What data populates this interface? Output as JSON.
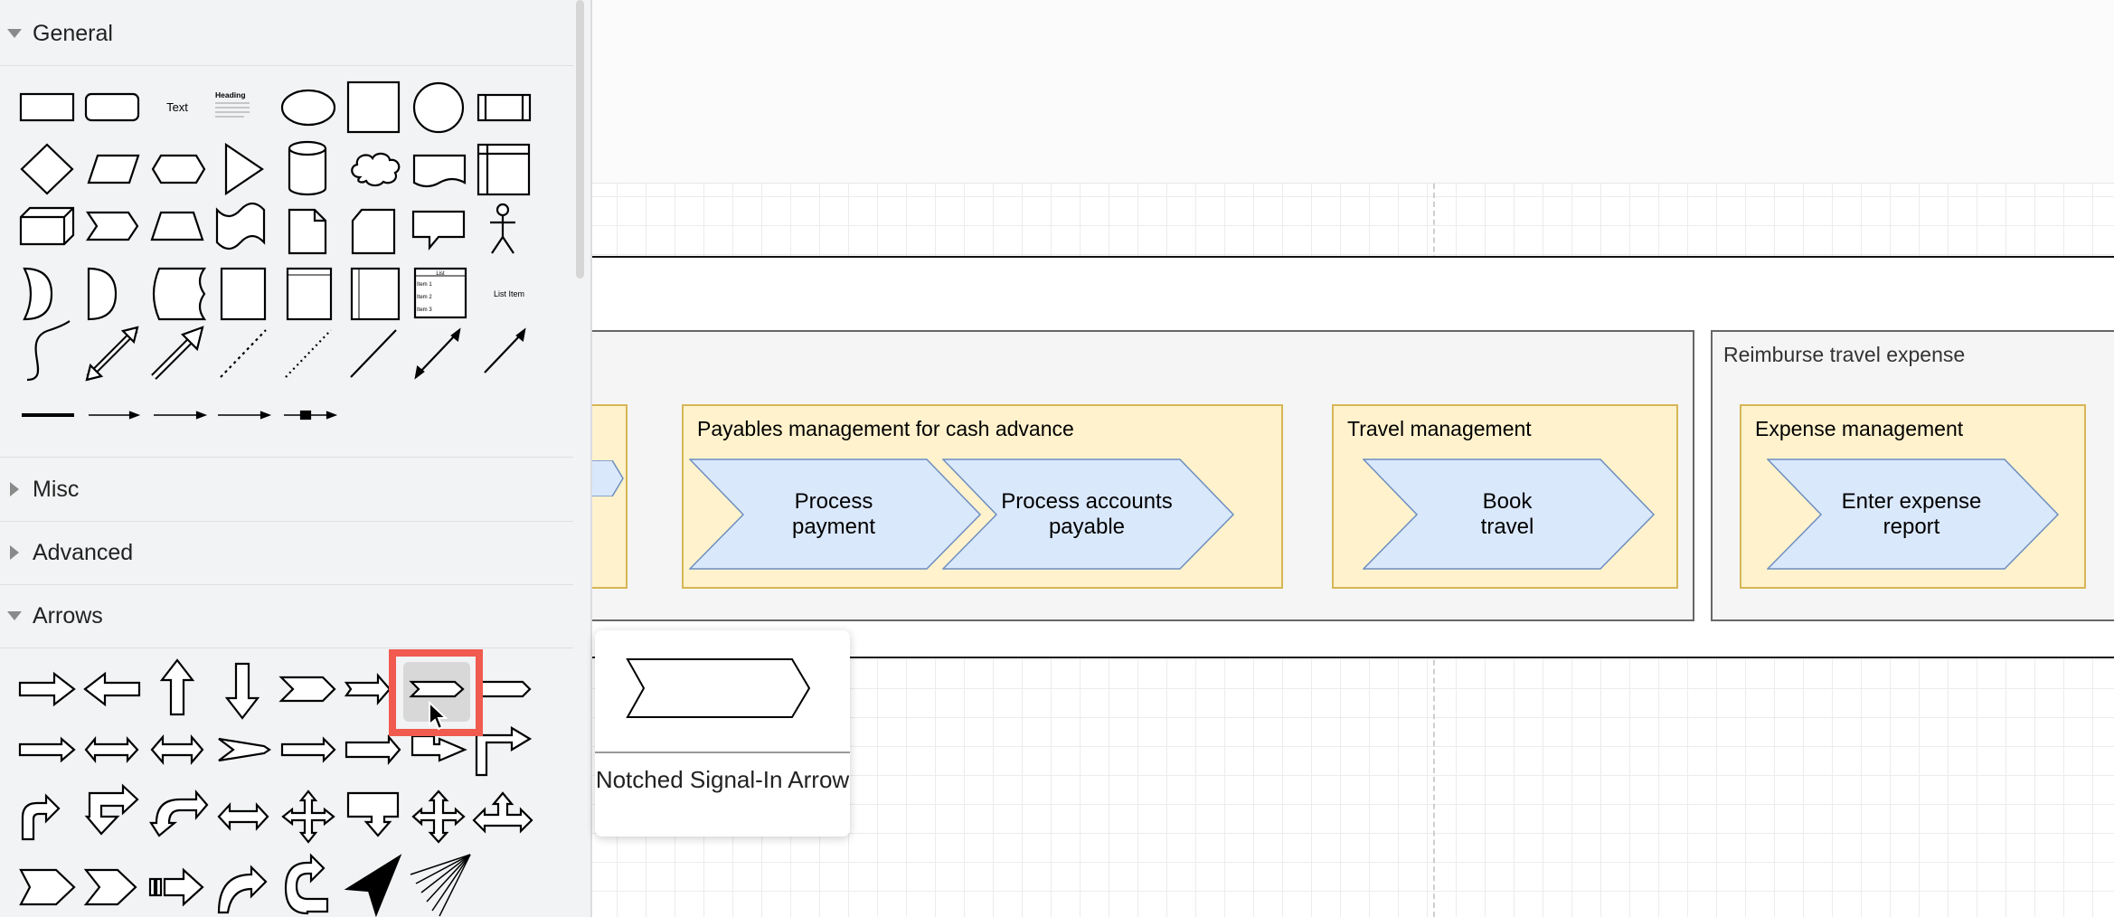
{
  "sidebar": {
    "sections": [
      {
        "label": "General",
        "expanded": true
      },
      {
        "label": "Misc",
        "expanded": false
      },
      {
        "label": "Advanced",
        "expanded": false
      },
      {
        "label": "Arrows",
        "expanded": true
      }
    ],
    "general_shapes_text": {
      "text": "Text",
      "heading": "Heading",
      "list_item": "List Item",
      "list_header": "List",
      "list_items": [
        "Item 1",
        "Item 2",
        "Item 3"
      ]
    },
    "selected_shape": "notched-signal-in-arrow"
  },
  "diagram": {
    "groups": [
      {
        "title": "Reimburse travel expense"
      }
    ],
    "stages": [
      {
        "title": "Payables management for cash advance",
        "steps": [
          "Process\npayment",
          "Process accounts\npayable"
        ]
      },
      {
        "title": "Travel management",
        "steps": [
          "Book\ntravel"
        ]
      },
      {
        "title": "Expense management",
        "steps": [
          "Enter expense\nreport"
        ]
      }
    ]
  },
  "tooltip": {
    "label": "Notched Signal-In Arrow"
  },
  "colors": {
    "stage_fill": "#fff2cc",
    "stage_border": "#d6b656",
    "step_fill": "#dae8fc",
    "step_border": "#6c8ebf",
    "highlight": "#f05a4f"
  }
}
